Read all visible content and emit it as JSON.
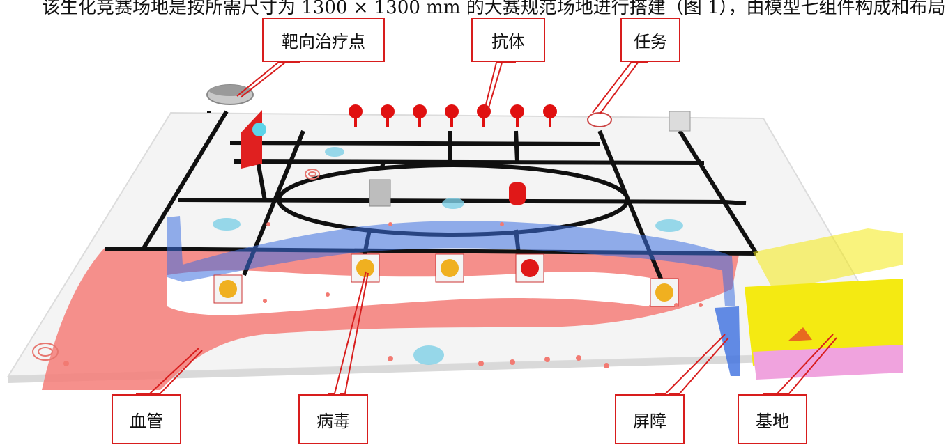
{
  "header_text": "该生化竞赛场地是按所需尺寸为 1300 × 1300 mm 的大赛规范场地进行搭建（图 1），由模型七组件构成和布局",
  "callouts": {
    "target_point": "靶向治疗点",
    "antibody": "抗体",
    "task": "任务",
    "blood_vessel": "血管",
    "virus": "病毒",
    "barrier": "屏障",
    "base": "基地"
  },
  "colors": {
    "callout_border": "#d81d1d",
    "blood_vessel": "#f47d78",
    "barrier": "#3c6fe0",
    "base": "#f4ea12",
    "base_floor": "#f0a3de",
    "antibody": "#e01010",
    "track_line": "#101010"
  }
}
